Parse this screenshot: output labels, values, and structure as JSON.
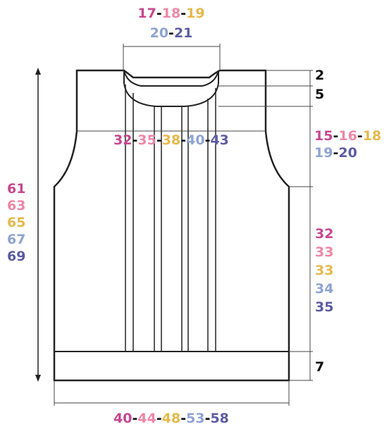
{
  "palette": {
    "size1": "#c8468f",
    "size2": "#ef86a6",
    "size3": "#e6b84a",
    "size4": "#8ea3d3",
    "size5": "#5c5aa3",
    "black": "#111111"
  },
  "labels": {
    "neck": {
      "row1": [
        {
          "text": "17",
          "color": "size1"
        },
        {
          "text": "-",
          "color": "black"
        },
        {
          "text": "18",
          "color": "size2"
        },
        {
          "text": "-",
          "color": "black"
        },
        {
          "text": "19",
          "color": "size3"
        }
      ],
      "row2": [
        {
          "text": "20",
          "color": "size4"
        },
        {
          "text": "-",
          "color": "black"
        },
        {
          "text": "21",
          "color": "size5"
        }
      ]
    },
    "shoulder": [
      {
        "text": "2",
        "color": "black"
      }
    ],
    "neck_depth": [
      {
        "text": "5",
        "color": "black"
      }
    ],
    "chest": [
      {
        "text": "32",
        "color": "size1"
      },
      {
        "text": "-",
        "color": "black"
      },
      {
        "text": "35",
        "color": "size2"
      },
      {
        "text": "-",
        "color": "black"
      },
      {
        "text": "38",
        "color": "size3"
      },
      {
        "text": "-",
        "color": "black"
      },
      {
        "text": "40",
        "color": "size4"
      },
      {
        "text": "-",
        "color": "black"
      },
      {
        "text": "43",
        "color": "size5"
      }
    ],
    "armhole": {
      "row1": [
        {
          "text": "15",
          "color": "size1"
        },
        {
          "text": "-",
          "color": "black"
        },
        {
          "text": "16",
          "color": "size2"
        },
        {
          "text": "-",
          "color": "black"
        },
        {
          "text": "18",
          "color": "size3"
        }
      ],
      "row2": [
        {
          "text": "19",
          "color": "size4"
        },
        {
          "text": "-",
          "color": "black"
        },
        {
          "text": "20",
          "color": "size5"
        }
      ]
    },
    "total_length": [
      {
        "text": "61",
        "color": "size1"
      },
      {
        "text": "63",
        "color": "size2"
      },
      {
        "text": "65",
        "color": "size3"
      },
      {
        "text": "67",
        "color": "size4"
      },
      {
        "text": "69",
        "color": "size5"
      }
    ],
    "body_length": [
      {
        "text": "32",
        "color": "size1"
      },
      {
        "text": "33",
        "color": "size2"
      },
      {
        "text": "33",
        "color": "size3"
      },
      {
        "text": "34",
        "color": "size4"
      },
      {
        "text": "35",
        "color": "size5"
      }
    ],
    "ribbing": [
      {
        "text": "7",
        "color": "black"
      }
    ],
    "width": [
      {
        "text": "40",
        "color": "size1"
      },
      {
        "text": "-",
        "color": "black"
      },
      {
        "text": "44",
        "color": "size2"
      },
      {
        "text": "-",
        "color": "black"
      },
      {
        "text": "48",
        "color": "size3"
      },
      {
        "text": "-",
        "color": "black"
      },
      {
        "text": "53",
        "color": "size4"
      },
      {
        "text": "-",
        "color": "black"
      },
      {
        "text": "58",
        "color": "size5"
      }
    ]
  }
}
